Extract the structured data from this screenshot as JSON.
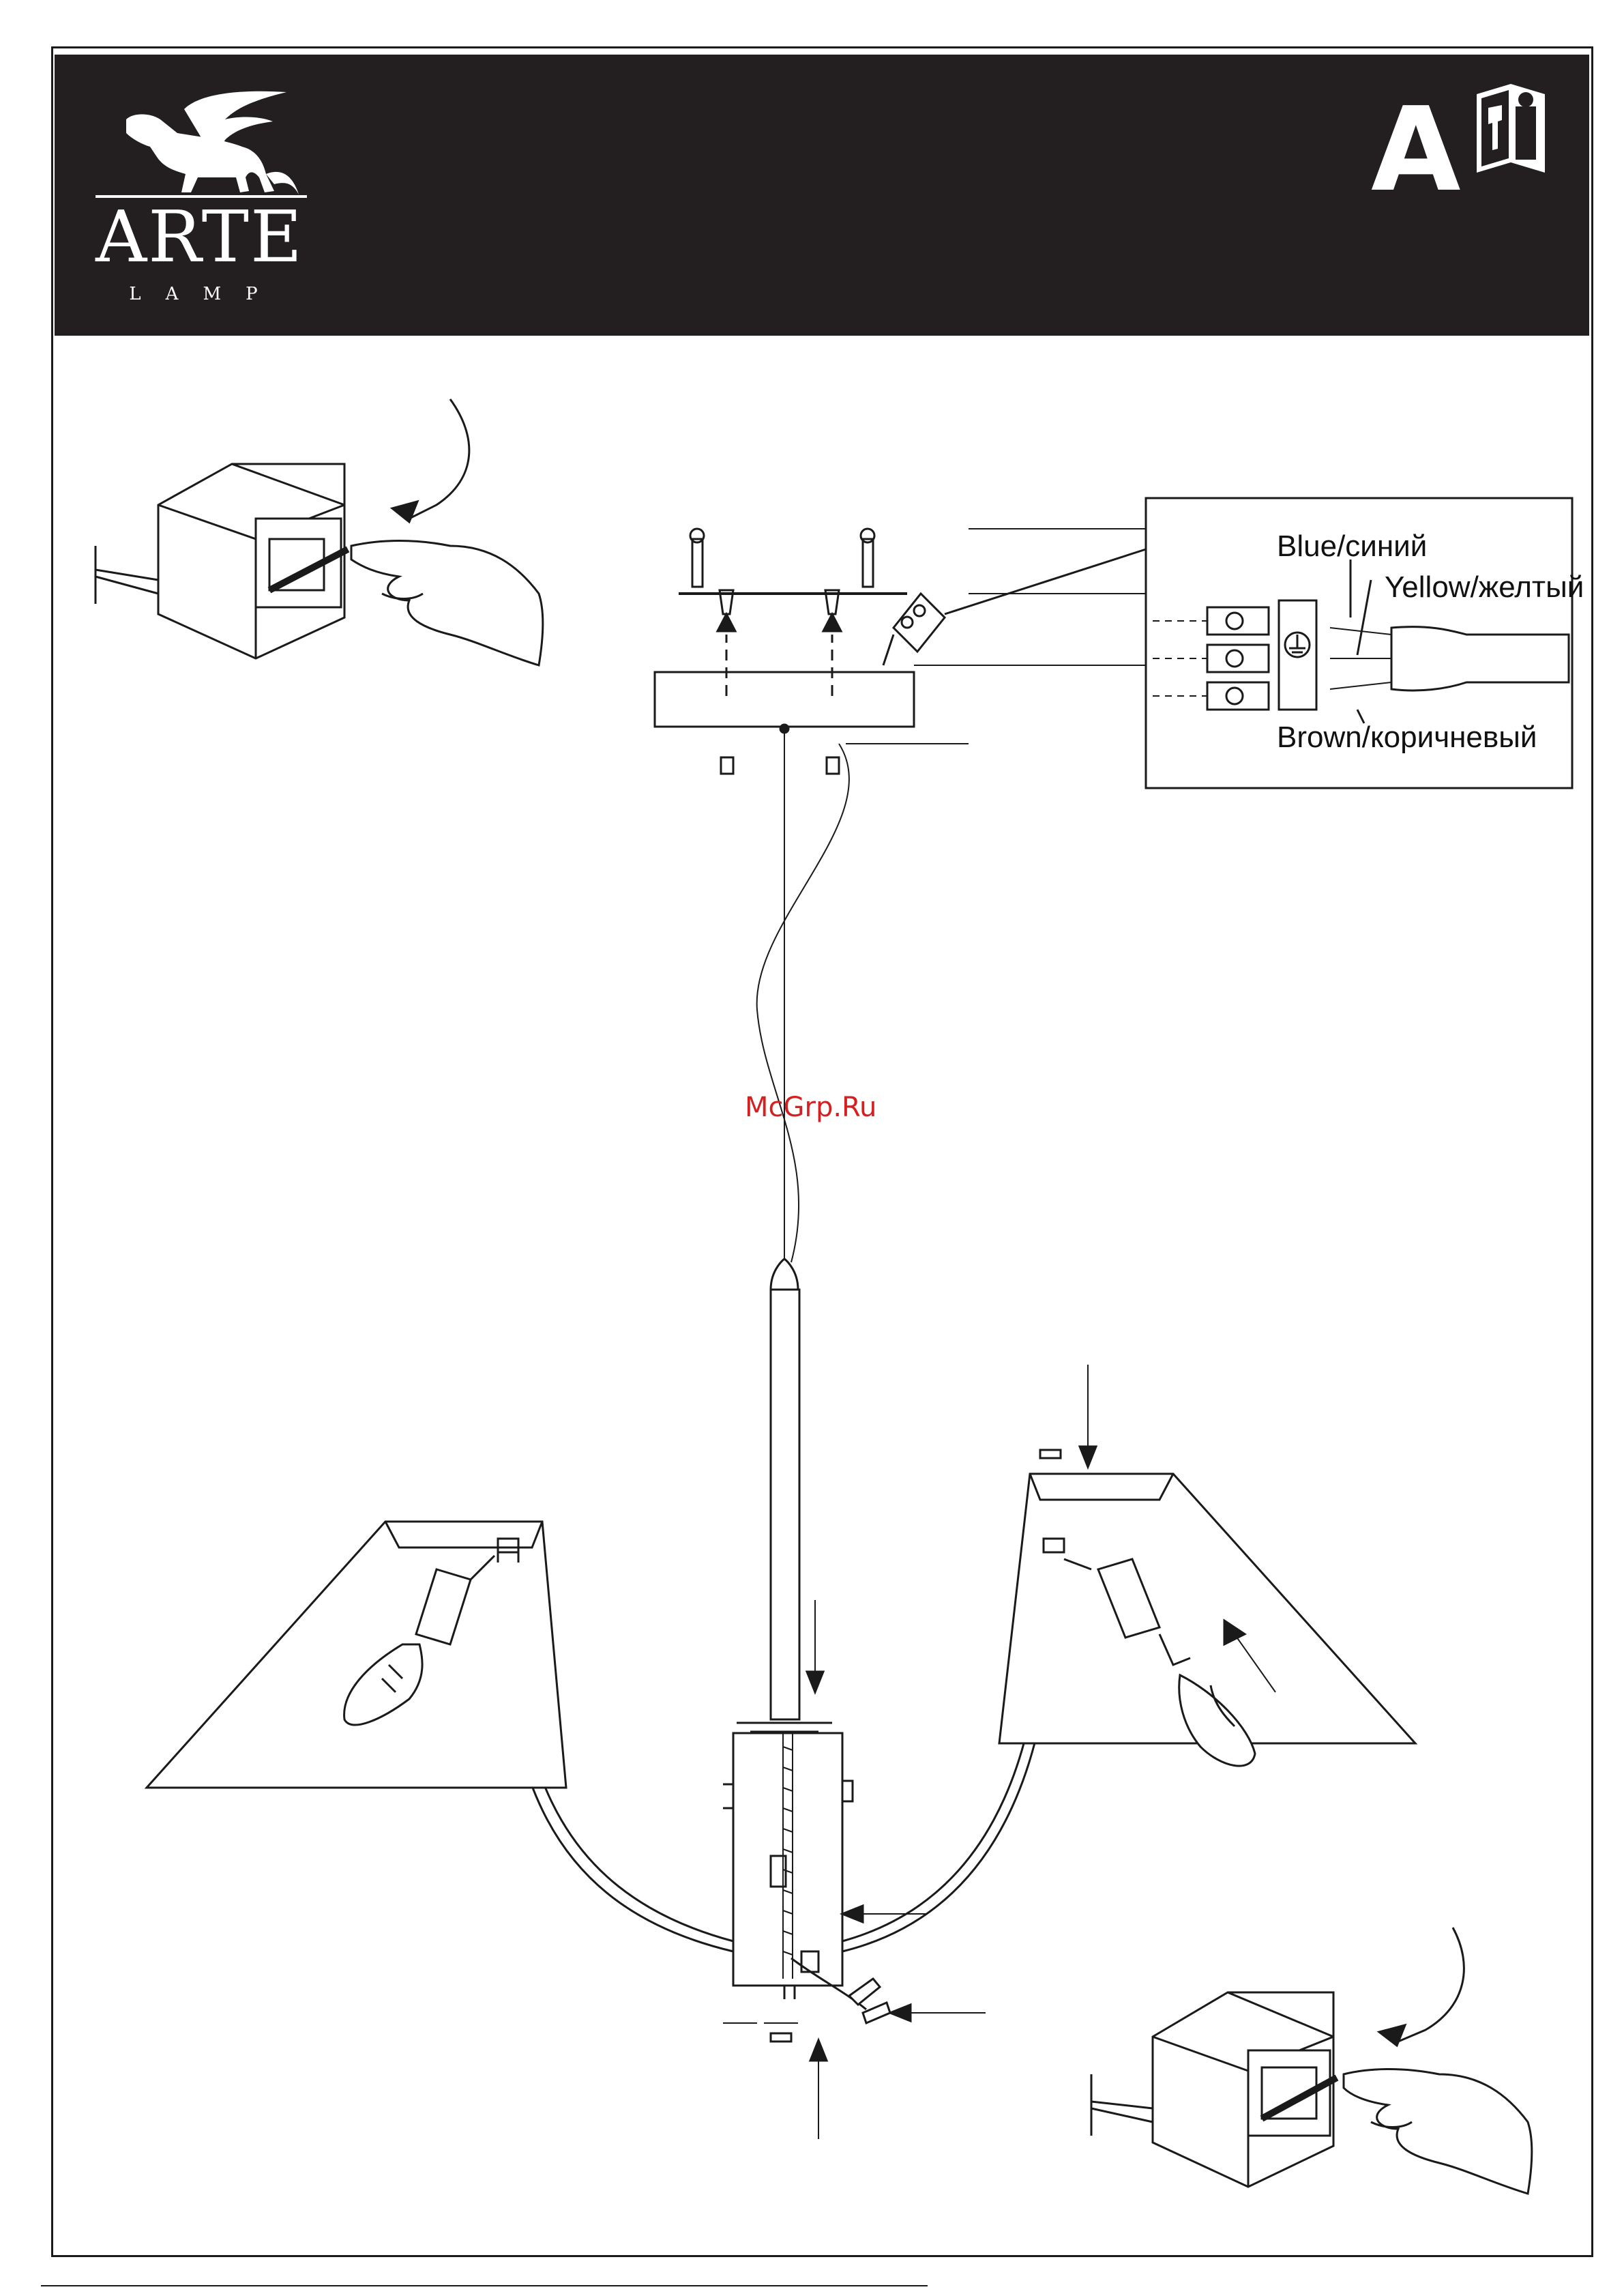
{
  "header": {
    "brand_name": "ARTE",
    "brand_sub": "LAMP",
    "doc_letter": "A",
    "info_icon": "manual-book-icon",
    "background": "#231f20"
  },
  "wiring": {
    "blue_label": "Blue/синий",
    "yellow_label": "Yellow/желтый",
    "brown_label": "Brown/коричневый"
  },
  "watermark": "McGrp.Ru",
  "icons": [
    "griffin-logo-icon",
    "manual-book-icon",
    "light-switch-icon",
    "hand-icon",
    "arrow-icon",
    "ground-symbol-icon"
  ]
}
